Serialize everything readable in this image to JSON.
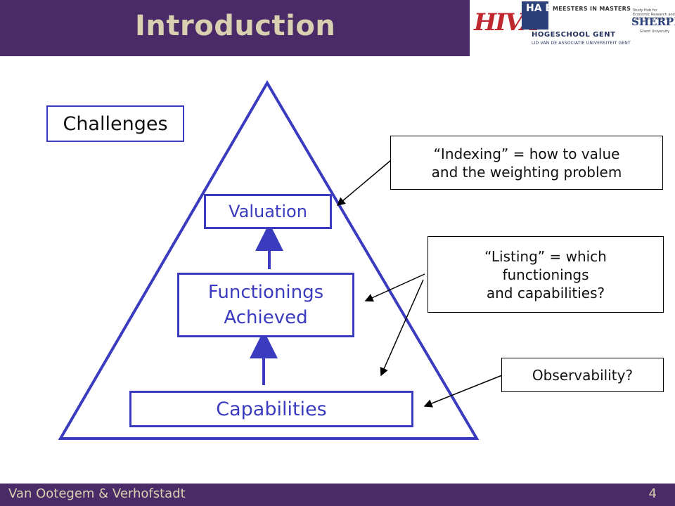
{
  "slide": {
    "title": "Introduction",
    "footer_text": "Van Ootegem & Verhofstadt",
    "page_number": "4"
  },
  "logos": {
    "hiva": "HIVA",
    "habe": "HA BE",
    "masters": "MEESTERS IN MASTERS",
    "hogeschool": "HOGESCHOOL GENT",
    "hogeschool_sub": "LID VAN DE ASSOCIATIE UNIVERSITEIT GENT",
    "sherppa": "SHERPPA",
    "sherppa_small": "Study Hub for Economic Research and Public Policy Analysis",
    "sherppa_sub": "Ghent University"
  },
  "diagram": {
    "challenges_label": "Challenges",
    "valuation": "Valuation",
    "functionings_line1": "Functionings",
    "functionings_line2": "Achieved",
    "capabilities": "Capabilities",
    "notes": {
      "indexing_line1": "“Indexing” = how to value",
      "indexing_line2": "and the weighting problem",
      "listing_line1": "“Listing” = which",
      "listing_line2": "functionings",
      "listing_line3": "and capabilities?",
      "observability": "Observability?"
    }
  },
  "colors": {
    "accent_purple": "#4b2a68",
    "diagram_blue": "#3b3bbf",
    "title_text": "#d8d0b0"
  }
}
